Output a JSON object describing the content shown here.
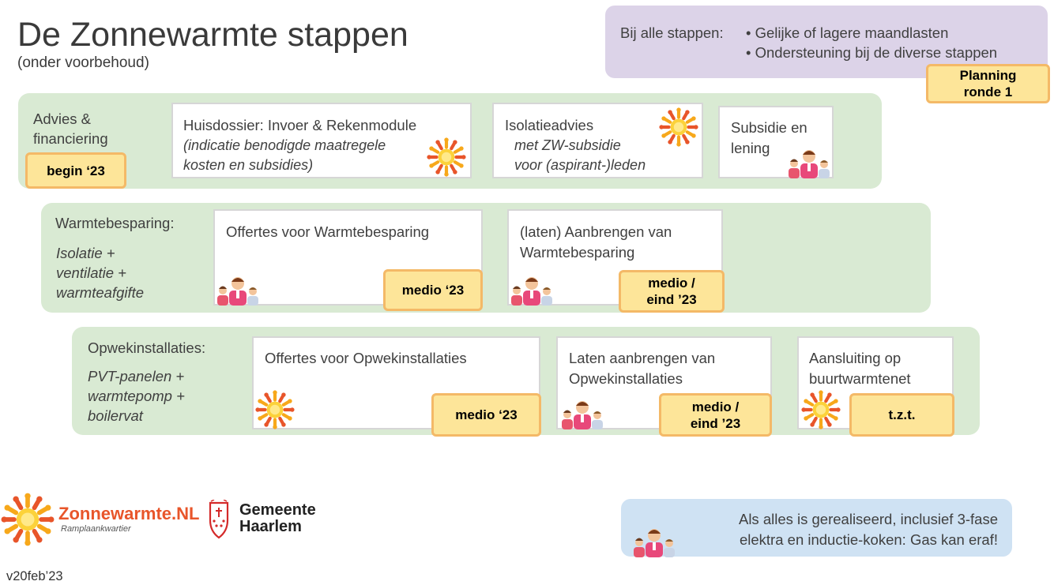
{
  "header": {
    "title": "De Zonnewarmte stappen",
    "subtitle": "(onder voorbehoud)"
  },
  "info_box": {
    "label": "Bij alle stappen:",
    "bullets": [
      "• Gelijke of lagere maandlasten",
      "• Ondersteuning bij de diverse stappen"
    ],
    "planning_badge": [
      "Planning",
      "ronde 1"
    ]
  },
  "bands": [
    {
      "label": [
        "Advies &",
        "financiering"
      ],
      "badge": "begin ‘23",
      "cards": [
        {
          "title": "Huisdossier: Invoer & Rekenmodule",
          "sub": [
            " (indicatie benodigde maatregele",
            " kosten en subsidies)"
          ],
          "icon": "sun-logo-icon"
        },
        {
          "title": "Isolatieadvies",
          "sub": [
            "met ZW-subsidie",
            "voor (aspirant-)leden"
          ],
          "icon": "sun-logo-icon"
        },
        {
          "title": [
            "Subsidie en",
            "lening"
          ],
          "icon": "people-icon"
        }
      ]
    },
    {
      "label": [
        "Warmtebesparing:"
      ],
      "desc": [
        "Isolatie +",
        "ventilatie +",
        "warmteafgifte"
      ],
      "cards": [
        {
          "title": [
            "Offertes voor Warmtebesparing"
          ],
          "badge": [
            "medio ‘23"
          ],
          "icon": "people-icon"
        },
        {
          "title": [
            "(laten) Aanbrengen van",
            "Warmtebesparing"
          ],
          "badge": [
            "medio /",
            "eind ’23"
          ],
          "icon": "people-icon"
        }
      ]
    },
    {
      "label": [
        "Opwekinstallaties:"
      ],
      "desc": [
        "PVT-panelen +",
        "warmtepomp +",
        "boilervat"
      ],
      "cards": [
        {
          "title": [
            "Offertes voor Opwekinstallaties"
          ],
          "badge": [
            "medio ‘23"
          ],
          "icon": "sun-logo-icon"
        },
        {
          "title": [
            "Laten aanbrengen van",
            "Opwekinstallaties"
          ],
          "badge": [
            "medio /",
            "eind ’23"
          ],
          "icon": "people-icon"
        },
        {
          "title": [
            "Aansluiting op",
            "buurtwarmtenet"
          ],
          "badge": [
            "t.z.t."
          ],
          "icon": "sun-logo-icon"
        }
      ]
    }
  ],
  "footer": {
    "note": [
      "Als alles is gerealiseerd, inclusief 3-fase",
      "elektra en inductie-koken: Gas kan eraf!"
    ],
    "version": "v20feb’23",
    "logo_zonnewarmte": "Zonnewarmte.NL",
    "logo_zonnewarmte_sub": "Ramplaankwartier",
    "logo_gemeente": [
      "Gemeente",
      "Haarlem"
    ]
  },
  "colors": {
    "band_green": "#d9ead3",
    "info_purple": "#dcd3e8",
    "note_blue": "#cfe2f3",
    "badge_fill": "#fde599",
    "badge_border": "#f4b967",
    "brand_orange": "#e8552a"
  }
}
